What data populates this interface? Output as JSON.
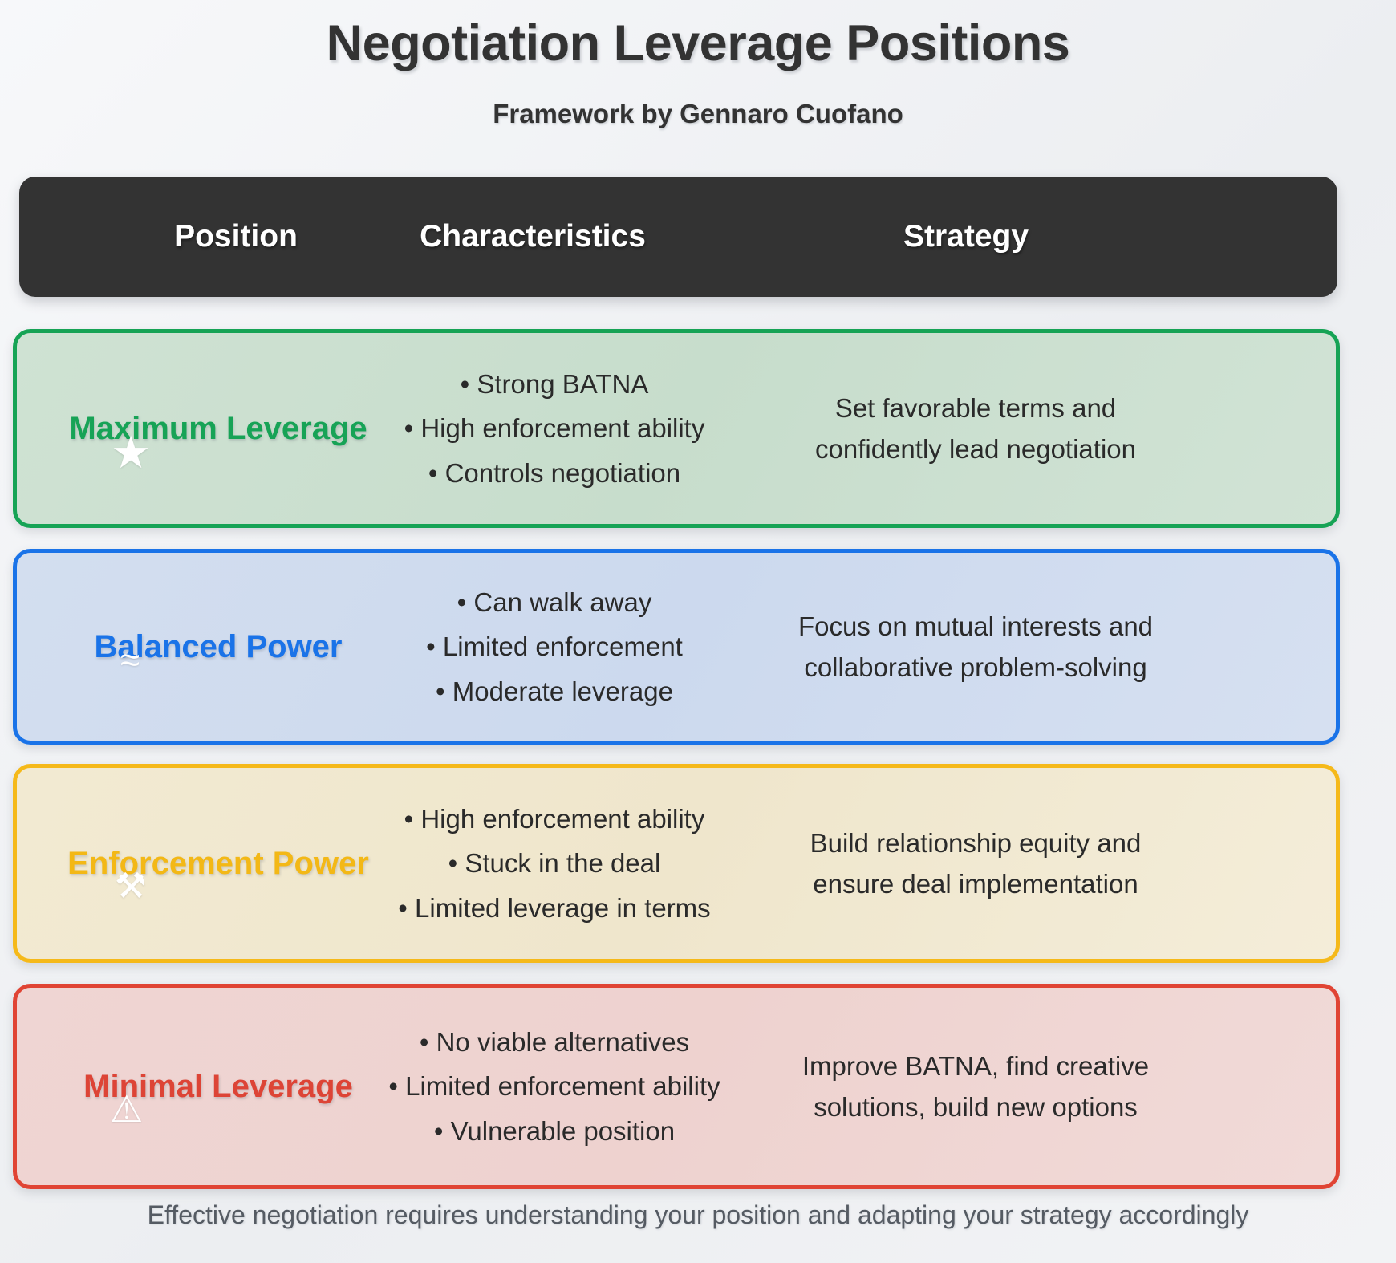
{
  "header": {
    "title": "Negotiation Leverage Positions",
    "subtitle": "Framework by Gennaro Cuofano"
  },
  "table": {
    "columns": {
      "position": "Position",
      "characteristics": "Characteristics",
      "strategy": "Strategy"
    },
    "rows": [
      {
        "position": "Maximum Leverage",
        "icon": "star-icon",
        "icon_glyph": "★",
        "accent_color": "#17a356",
        "border_color": "#16a355",
        "fill_color": "#cfe2d3",
        "characteristics": [
          "• Strong BATNA",
          "• High enforcement ability",
          "• Controls negotiation"
        ],
        "strategy_lines": [
          "Set favorable terms and",
          "confidently lead negotiation"
        ]
      },
      {
        "position": "Balanced Power",
        "icon": "balance-waves-icon",
        "icon_glyph": "≈",
        "accent_color": "#1a73e8",
        "border_color": "#1a73e8",
        "fill_color": "#d3deef",
        "characteristics": [
          "• Can walk away",
          "• Limited enforcement",
          "• Moderate leverage"
        ],
        "strategy_lines": [
          "Focus on mutual interests and",
          "collaborative problem-solving"
        ]
      },
      {
        "position": "Enforcement Power",
        "icon": "crossed-hammers-icon",
        "icon_glyph": "⚒",
        "accent_color": "#f3b816",
        "border_color": "#f5b91a",
        "fill_color": "#f2ead2",
        "characteristics": [
          "• High enforcement ability",
          "• Stuck in the deal",
          "• Limited leverage in terms"
        ],
        "strategy_lines": [
          "Build relationship equity and",
          "ensure deal implementation"
        ]
      },
      {
        "position": "Minimal Leverage",
        "icon": "warning-triangle-icon",
        "icon_glyph": "⚠",
        "accent_color": "#dd4436",
        "border_color": "#e04434",
        "fill_color": "#efd5d3",
        "characteristics": [
          "• No viable alternatives",
          "• Limited enforcement ability",
          "• Vulnerable position"
        ],
        "strategy_lines": [
          "Improve BATNA, find creative",
          "solutions, build new options"
        ]
      }
    ]
  },
  "footer": {
    "note": "Effective negotiation requires understanding your position and adapting your strategy accordingly"
  }
}
